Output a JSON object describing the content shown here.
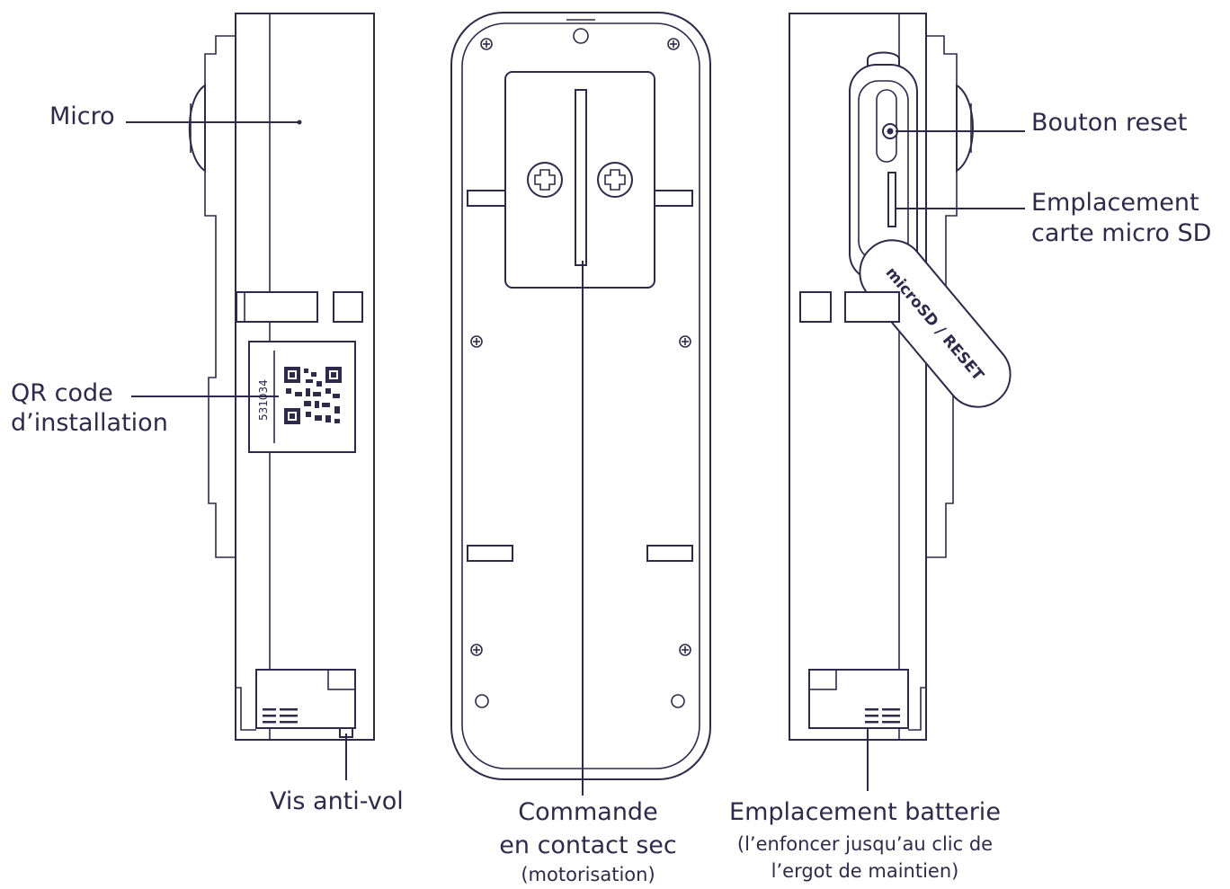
{
  "labels": {
    "micro": "Micro",
    "qr_code_line1": "QR code",
    "qr_code_line2": "d’installation",
    "anti_theft_screw": "Vis anti-vol",
    "dry_contact_line1": "Commande",
    "dry_contact_line2": "en contact sec",
    "dry_contact_line3": "(motorisation)",
    "reset_button": "Bouton reset",
    "sd_slot_line1": "Emplacement",
    "sd_slot_line2": "carte micro SD",
    "battery_line1": "Emplacement batterie",
    "battery_line2": "(l’enfoncer jusqu’au clic de",
    "battery_line3": "l’ergot de maintien)"
  },
  "device": {
    "qr_serial": "531034",
    "cover_text": "microSD / RESET"
  },
  "colors": {
    "ink": "#2f2a4a",
    "background": "#ffffff"
  }
}
